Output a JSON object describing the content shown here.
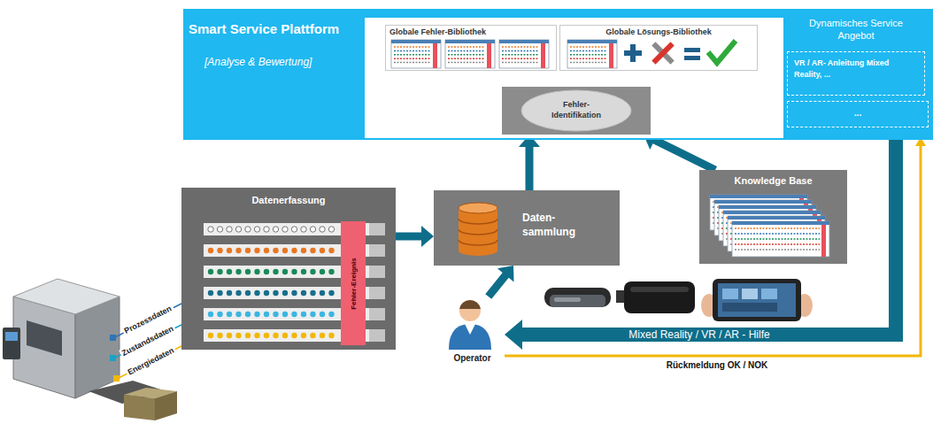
{
  "diagram": {
    "nodes": [
      {
        "text": [
          "Smart Service Plattform",
          "[Analyse & Bewertung]"
        ]
      },
      {
        "text": [
          "Globale Fehler-Bibliothek"
        ],
        "in": 0
      },
      {
        "text": [
          "Globale Lösungs-Bibliothek"
        ],
        "in": 0
      },
      {
        "text": [
          "Fehler- Identifikation"
        ],
        "in": 0
      },
      {
        "text": [
          "Dynamisches Service Angebot"
        ],
        "in": 0
      },
      {
        "text": [
          "VR / AR- Anleitung Mixed Reality, ..."
        ],
        "in": 4
      },
      {
        "text": [
          "..."
        ],
        "in": 4
      },
      {
        "text": [
          "Datenerfassung"
        ]
      },
      {
        "text": [
          "Fehler-Ereignis"
        ],
        "in": 7
      },
      {
        "text": [
          "Daten- sammlung"
        ]
      },
      {
        "text": [
          "Knowledge Base"
        ]
      },
      {
        "text": [
          "Operator"
        ]
      }
    ],
    "edges": [
      {
        "from": 7,
        "to": 9,
        "arrow": "to"
      },
      {
        "from": 11,
        "to": 9,
        "arrow": "to"
      },
      {
        "from": 9,
        "to": 3,
        "arrow": "to"
      },
      {
        "from": 10,
        "to": 3,
        "arrow": "to"
      },
      {
        "from": 3,
        "to": 1,
        "arrow": "both"
      },
      {
        "from": 3,
        "to": 2,
        "arrow": "to"
      },
      {
        "from": 2,
        "to": 4,
        "arrow": "both"
      },
      {
        "from": 4,
        "to": 11,
        "arrow": "to",
        "label": "Mixed Reality / VR / AR - Hilfe"
      },
      {
        "from": 11,
        "to": 4,
        "arrow": "to",
        "label": "Rückmeldung OK / NOK"
      }
    ],
    "labels": [
      "Prozessdaten",
      "Zustandsdaten",
      "Energiedaten"
    ]
  }
}
